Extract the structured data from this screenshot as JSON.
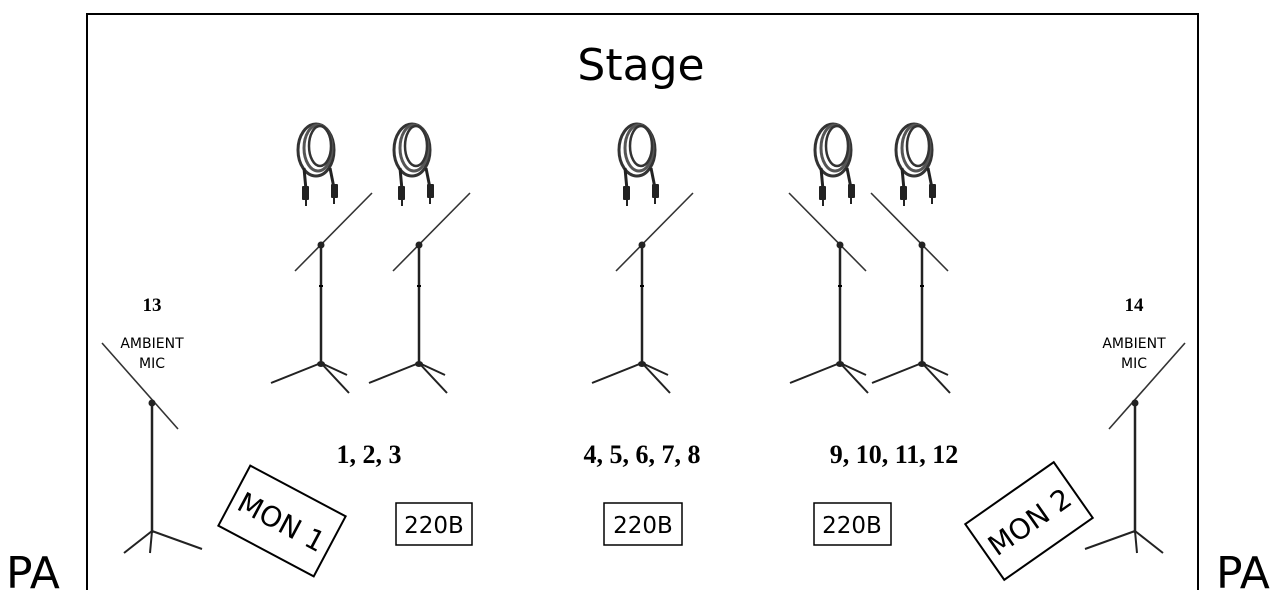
{
  "stage": {
    "title": "Stage"
  },
  "pa": {
    "left": "PA",
    "right": "PA"
  },
  "ambient": [
    {
      "number": "13",
      "line1": "AMBIENT",
      "line2": "MIC"
    },
    {
      "number": "14",
      "line1": "AMBIENT",
      "line2": "MIC"
    }
  ],
  "channel_groups": [
    {
      "label": "1, 2, 3"
    },
    {
      "label": "4, 5, 6, 7, 8"
    },
    {
      "label": "9, 10, 11, 12"
    }
  ],
  "monitors": [
    {
      "label": "MON 1"
    },
    {
      "label": "MON 2"
    }
  ],
  "power_boxes": [
    {
      "label": "220B"
    },
    {
      "label": "220B"
    },
    {
      "label": "220B"
    }
  ],
  "icons": {
    "cable": "xlr-cable-coil-icon",
    "stand": "boom-mic-stand-icon"
  }
}
